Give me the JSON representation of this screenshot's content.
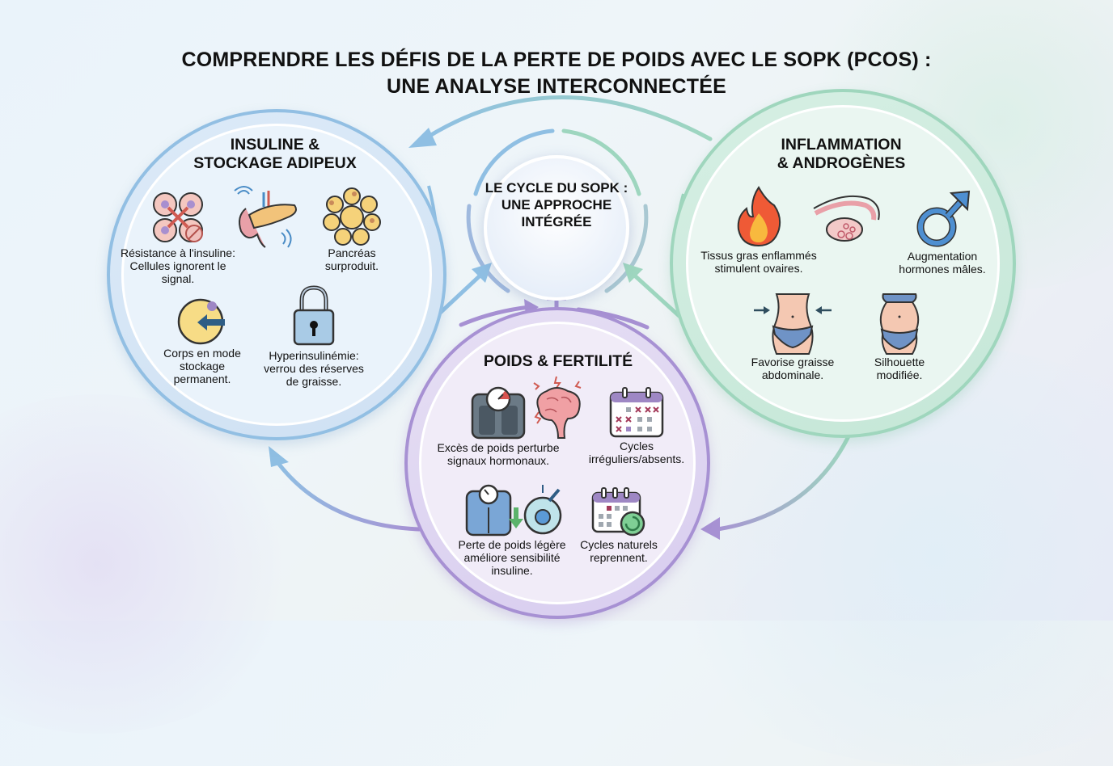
{
  "title": {
    "line1": "COMPRENDRE LES DÉFIS DE LA PERTE DE POIDS AVEC LE SOPK (PCOS) :",
    "line2": "UNE ANALYSE INTERCONNECTÉE"
  },
  "center": {
    "title": "LE CYCLE DU SOPK : UNE APPROCHE INTÉGRÉE"
  },
  "sections": {
    "insulin": {
      "title_line1": "INSULINE &",
      "title_line2": "STOCKAGE ADIPEUX",
      "accent": "#92bfe3",
      "items": [
        {
          "icon": "blocked-cells-icon",
          "caption": "Résistance à l'insuline: Cellules ignorent le signal."
        },
        {
          "icon": "pancreas-icon",
          "caption": ""
        },
        {
          "icon": "fat-cells-cluster-icon",
          "caption": "Pancréas surproduit."
        },
        {
          "icon": "fat-cell-storage-icon",
          "caption": "Corps en mode stockage permanent."
        },
        {
          "icon": "padlock-icon",
          "caption": "Hyperinsulinémie: verrou des réserves de graisse."
        }
      ]
    },
    "inflammation": {
      "title_line1": "INFLAMMATION",
      "title_line2": "& ANDROGÈNES",
      "accent": "#9fd6bd",
      "items": [
        {
          "icon": "flame-icon",
          "caption": "Tissus gras enflammés stimulent ovaires."
        },
        {
          "icon": "ovary-icon",
          "caption": ""
        },
        {
          "icon": "male-symbol-icon",
          "caption": "Augmentation hormones mâles."
        },
        {
          "icon": "waist-arrows-icon",
          "caption": "Favorise graisse abdominale."
        },
        {
          "icon": "torso-silhouette-icon",
          "caption": "Silhouette modifiée."
        }
      ]
    },
    "weight": {
      "title": "POIDS & FERTILITÉ",
      "accent": "#a791d3",
      "items": [
        {
          "icon": "scale-icon",
          "caption": "Excès de poids perturbe signaux hormonaux."
        },
        {
          "icon": "brain-icon",
          "caption": ""
        },
        {
          "icon": "calendar-crossed-icon",
          "caption": "Cycles irréguliers/absents."
        },
        {
          "icon": "scale-down-cell-icon",
          "caption": "Perte de poids légère améliore sensibilité insuline."
        },
        {
          "icon": "calendar-cycle-icon",
          "caption": "Cycles naturels reprennent."
        }
      ]
    }
  },
  "colors": {
    "blue": "#92bfe3",
    "green": "#9fd6bd",
    "purple": "#a791d3",
    "text": "#111111"
  }
}
